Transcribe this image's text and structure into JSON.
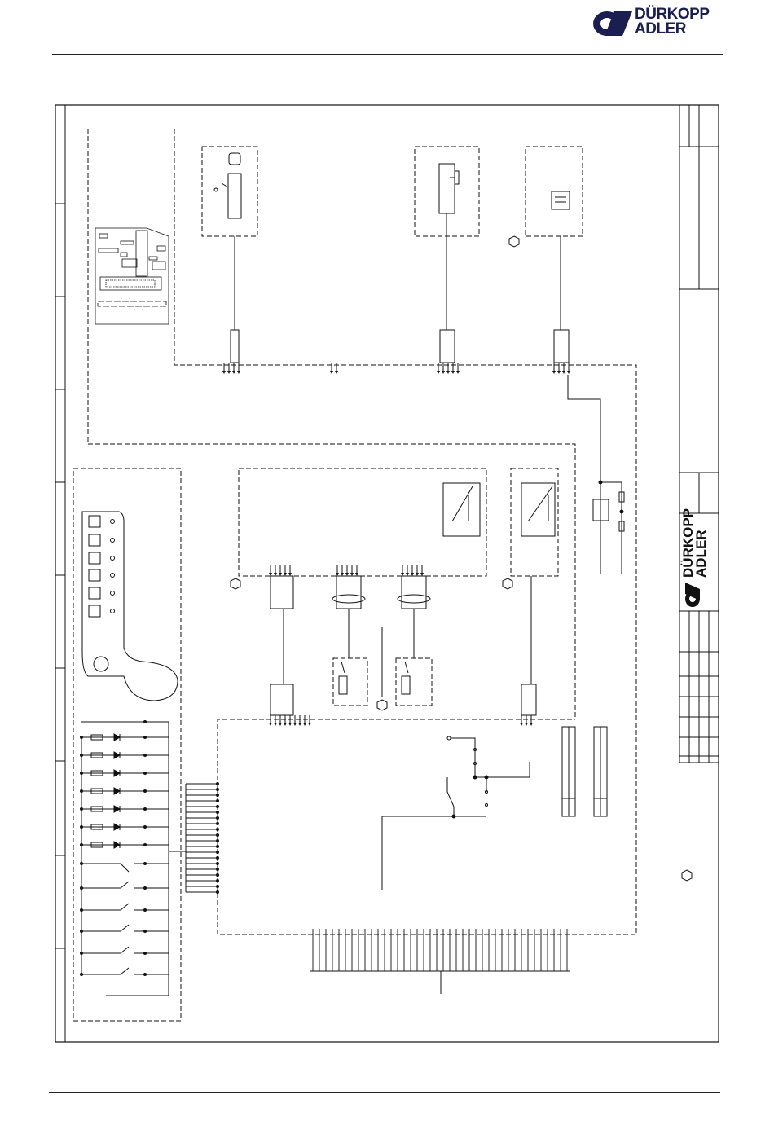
{
  "brand": {
    "line1": "DÜRKOPP",
    "line2": "ADLER",
    "color": "#1b1e50"
  },
  "title_block": {
    "brand_line1": "DÜRKOPP",
    "brand_line2": "ADLER"
  },
  "icons": [
    "logo-icon",
    "control-panel-icon",
    "pcb-board-icon",
    "switch-icon",
    "potentiometer-icon",
    "sensor-icon",
    "valve-icon",
    "led-icon",
    "pushbutton-icon"
  ]
}
